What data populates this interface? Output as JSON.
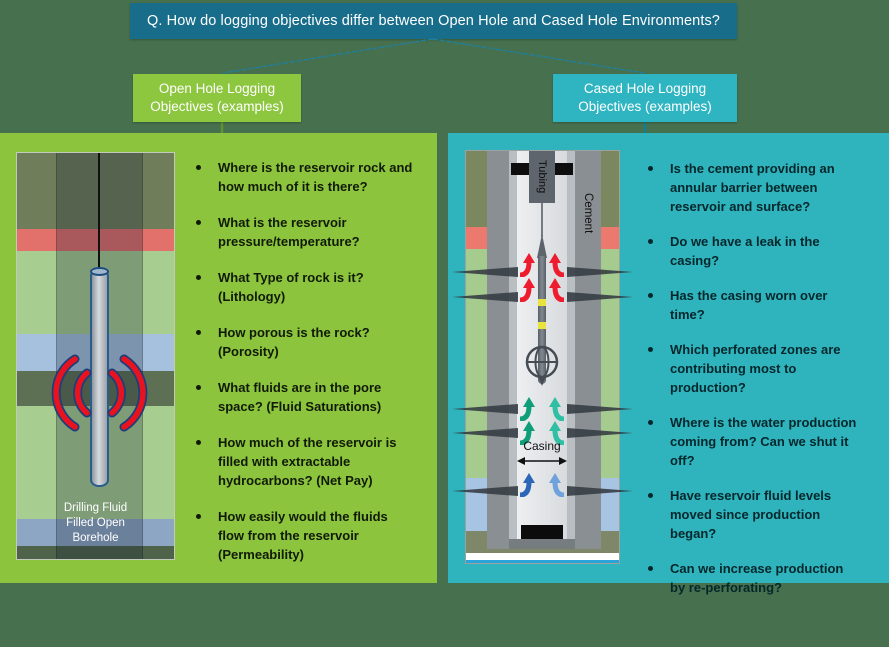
{
  "title": {
    "text": "Q. How do logging objectives differ between Open Hole and Cased Hole Environments?"
  },
  "open_hole": {
    "label_line1": "Open Hole Logging",
    "label_line2": "Objectives (examples)",
    "bullets": [
      "Where is the reservoir rock and how much of it is there?",
      "What is the reservoir pressure/temperature?",
      "What Type of rock is it? (Lithology)",
      "How porous is the rock? (Porosity)",
      "What fluids are in the pore space? (Fluid Saturations)",
      "How much of the reservoir is filled with extractable hydrocarbons? (Net Pay)",
      "How easily would the fluids flow from the reservoir (Permeability)"
    ],
    "figure": {
      "caption_lines": [
        "Drilling Fluid",
        "Filled Open",
        "Borehole"
      ]
    }
  },
  "cased_hole": {
    "label_line1": "Cased Hole Logging",
    "label_line2": "Objectives (examples)",
    "bullets": [
      "Is the cement providing an annular barrier between reservoir and surface?",
      "Do we have a leak in the casing?",
      "Has the casing worn over time?",
      "Which perforated zones are contributing most to production?",
      "Where is the water production coming from? Can we shut it off?",
      "Have reservoir fluid levels moved since production began?",
      "Can we increase production by re-perforating?"
    ],
    "figure": {
      "tubing_label": "Tubing",
      "cement_label": "Cement",
      "casing_label": "Casing"
    }
  },
  "colors": {
    "page-bg": "#47714E",
    "title-bg": "#176D8A",
    "green": "#8DC63F",
    "green-panel": "#8CC43E",
    "teal": "#2EB5C1",
    "teal-panel": "#2FB3BD",
    "connector": "#1E7FA0",
    "bullet-left": "#111A06",
    "bullet-right": "#04272B"
  }
}
